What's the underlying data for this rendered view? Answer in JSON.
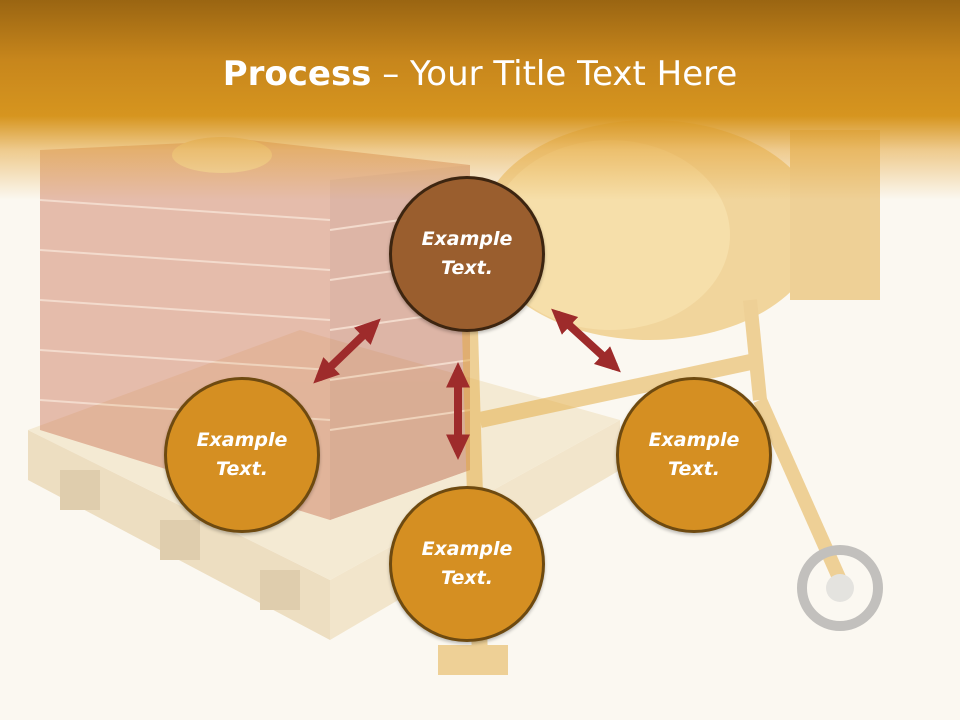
{
  "title": {
    "bold": "Process",
    "rest": " – Your Title Text Here"
  },
  "colors": {
    "header": "#d6951f",
    "center_node": "#9a5e2e",
    "outer_node": "#d58f22",
    "node_border": "#6e4a10",
    "arrow": "#9e2b2b",
    "background": "#fbf8f1"
  },
  "nodes": {
    "center": {
      "line1": "Example",
      "line2": "Text."
    },
    "left": {
      "line1": "Example",
      "line2": "Text."
    },
    "bottom": {
      "line1": "Example",
      "line2": "Text."
    },
    "right": {
      "line1": "Example",
      "line2": "Text."
    }
  },
  "connectors": [
    {
      "from": "center",
      "to": "left",
      "style": "double-arrow"
    },
    {
      "from": "center",
      "to": "bottom",
      "style": "double-arrow"
    },
    {
      "from": "center",
      "to": "right",
      "style": "double-arrow"
    }
  ]
}
